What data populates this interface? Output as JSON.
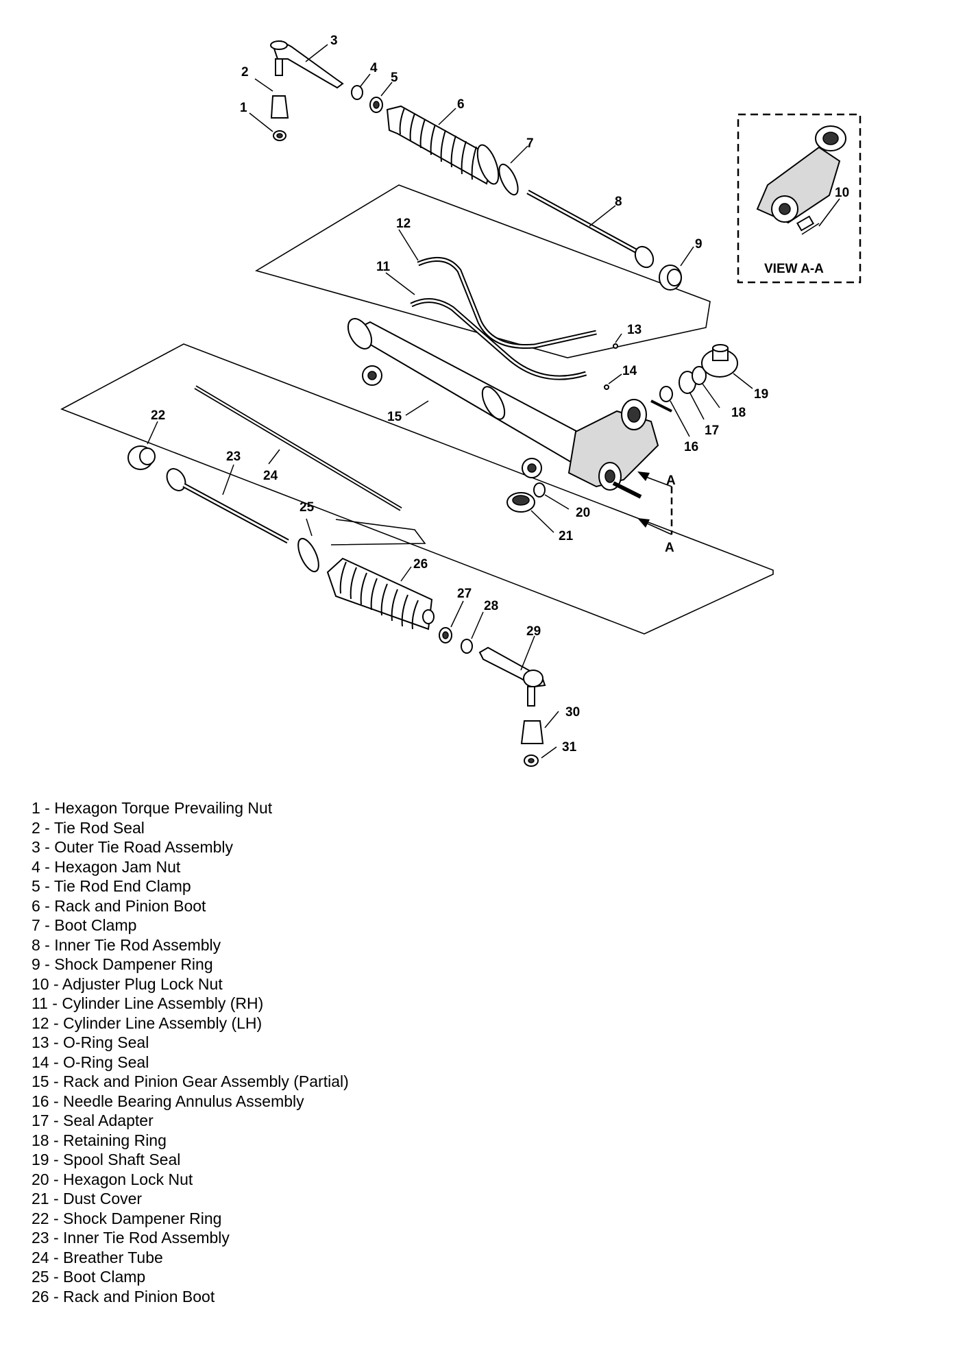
{
  "view_label": "VIEW A-A",
  "section_marker": "A",
  "callouts": [
    "1",
    "2",
    "3",
    "4",
    "5",
    "6",
    "7",
    "8",
    "9",
    "10",
    "11",
    "12",
    "13",
    "14",
    "15",
    "16",
    "17",
    "18",
    "19",
    "20",
    "21",
    "22",
    "23",
    "24",
    "25",
    "26",
    "27",
    "28",
    "29",
    "30",
    "31"
  ],
  "legend": [
    "1 - Hexagon Torque Prevailing Nut",
    "2 - Tie Rod Seal",
    "3 - Outer Tie Road Assembly",
    "4 - Hexagon Jam Nut",
    "5 - Tie Rod End Clamp",
    "6 - Rack and Pinion Boot",
    "7 - Boot Clamp",
    "8 - Inner Tie Rod Assembly",
    "9 - Shock Dampener Ring",
    "10 - Adjuster Plug Lock Nut",
    "11 - Cylinder Line Assembly (RH)",
    "12 - Cylinder Line Assembly (LH)",
    "13 - O-Ring Seal",
    "14 - O-Ring Seal",
    "15 - Rack and Pinion Gear Assembly (Partial)",
    "16 - Needle Bearing Annulus Assembly",
    "17 - Seal Adapter",
    "18 - Retaining Ring",
    "19 - Spool Shaft Seal",
    "20 - Hexagon Lock Nut",
    "21 - Dust Cover",
    "22 - Shock Dampener Ring",
    "23 - Inner Tie Rod Assembly",
    "24 - Breather Tube",
    "25 - Boot Clamp",
    "26 - Rack and Pinion Boot"
  ]
}
